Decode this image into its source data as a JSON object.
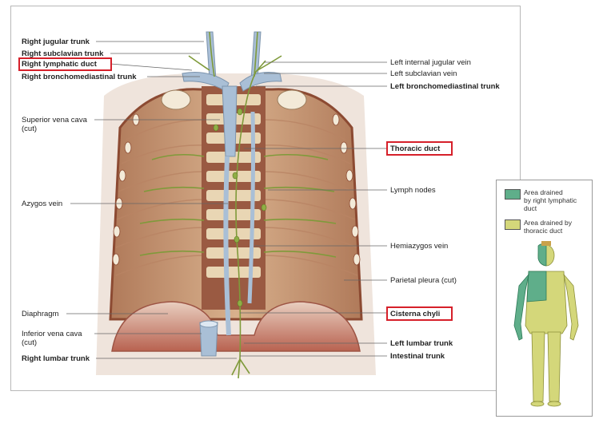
{
  "labels_left": {
    "right_jugular_trunk": "Right jugular trunk",
    "right_subclavian_trunk": "Right subclavian trunk",
    "right_lymphatic_duct": "Right lymphatic duct",
    "right_bronchomediastinal_trunk": "Right bronchomediastinal trunk",
    "superior_vena_cava": "Superior vena cava",
    "superior_vena_cava_note": "(cut)",
    "azygos_vein": "Azygos vein",
    "diaphragm": "Diaphragm",
    "inferior_vena_cava": "Inferior vena cava",
    "inferior_vena_cava_note": "(cut)",
    "right_lumbar_trunk": "Right lumbar trunk"
  },
  "labels_right": {
    "left_internal_jugular_vein": "Left internal jugular vein",
    "left_subclavian_vein": "Left subclavian vein",
    "left_bronchomediastinal_trunk": "Left bronchomediastinal trunk",
    "thoracic_duct": "Thoracic duct",
    "lymph_nodes": "Lymph nodes",
    "hemiazygos_vein": "Hemiazygos vein",
    "parietal_pleura": "Parietal pleura (cut)",
    "cisterna_chyli": "Cisterna chyli",
    "left_lumbar_trunk": "Left lumbar trunk",
    "intestinal_trunk": "Intestinal trunk"
  },
  "legend": {
    "items": [
      {
        "label_line1": "Area drained",
        "label_line2": "by right lymphatic",
        "label_line3": "duct",
        "color": "#5fae8a"
      },
      {
        "label_line1": "Area drained by",
        "label_line2": "thoracic duct",
        "label_line3": "",
        "color": "#d4d77a"
      }
    ]
  },
  "colors": {
    "highlight_box": "#d6202a",
    "vein": "#a9bfd6",
    "lymph": "#7f9a3a",
    "muscle": "#c99a78",
    "vertebra": "#8a4a35",
    "right_drainage": "#5fae8a",
    "thoracic_drainage": "#d4d77a"
  }
}
